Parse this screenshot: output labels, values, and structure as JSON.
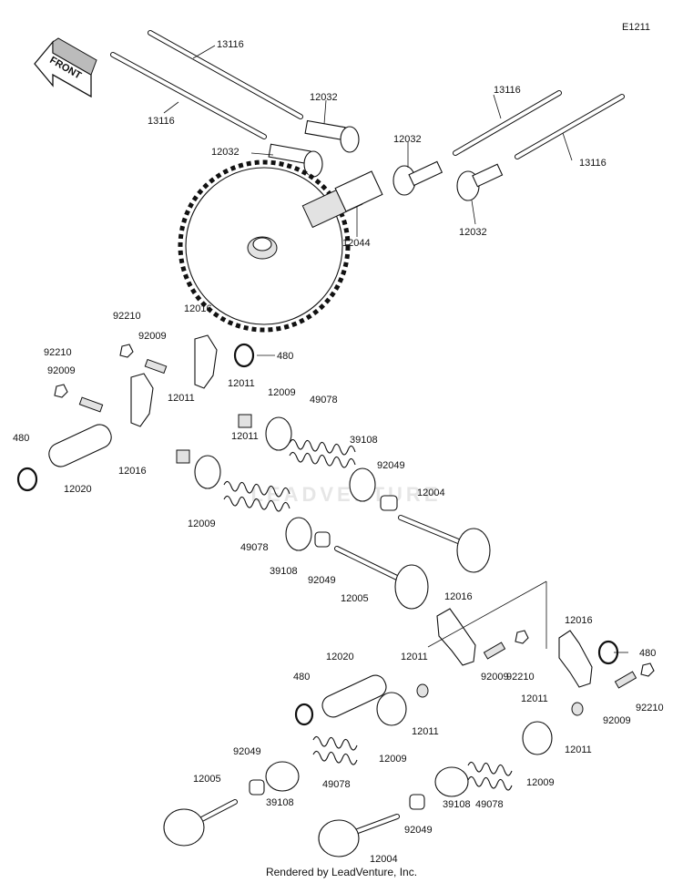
{
  "diagram_code": "E1211",
  "front_label": "FRONT",
  "watermark": "LEADVENTURE",
  "footer": "Rendered by LeadVenture, Inc.",
  "callouts": [
    {
      "id": "13116"
    },
    {
      "id": "13116"
    },
    {
      "id": "12032"
    },
    {
      "id": "12032"
    },
    {
      "id": "13116"
    },
    {
      "id": "13116"
    },
    {
      "id": "12032"
    },
    {
      "id": "12032"
    },
    {
      "id": "12044"
    },
    {
      "id": "92210"
    },
    {
      "id": "92009"
    },
    {
      "id": "12016"
    },
    {
      "id": "480"
    },
    {
      "id": "92210"
    },
    {
      "id": "92009"
    },
    {
      "id": "12011"
    },
    {
      "id": "12009"
    },
    {
      "id": "12011"
    },
    {
      "id": "49078"
    },
    {
      "id": "39108"
    },
    {
      "id": "92049"
    },
    {
      "id": "12004"
    },
    {
      "id": "480"
    },
    {
      "id": "12020"
    },
    {
      "id": "12016"
    },
    {
      "id": "12011"
    },
    {
      "id": "12009"
    },
    {
      "id": "49078"
    },
    {
      "id": "39108"
    },
    {
      "id": "92049"
    },
    {
      "id": "12005"
    },
    {
      "id": "12016"
    },
    {
      "id": "12016"
    },
    {
      "id": "480"
    },
    {
      "id": "12020"
    },
    {
      "id": "12011"
    },
    {
      "id": "480"
    },
    {
      "id": "92009"
    },
    {
      "id": "92210"
    },
    {
      "id": "12011"
    },
    {
      "id": "92009"
    },
    {
      "id": "92210"
    },
    {
      "id": "12011"
    },
    {
      "id": "12011"
    },
    {
      "id": "12009"
    },
    {
      "id": "12009"
    },
    {
      "id": "92049"
    },
    {
      "id": "12005"
    },
    {
      "id": "49078"
    },
    {
      "id": "49078"
    },
    {
      "id": "39108"
    },
    {
      "id": "39108"
    },
    {
      "id": "92049"
    },
    {
      "id": "12004"
    }
  ]
}
